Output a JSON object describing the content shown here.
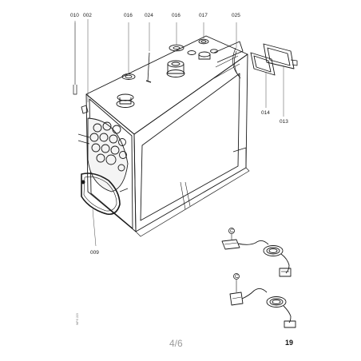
{
  "drawing": {
    "callouts": {
      "c010": "010",
      "c002": "002",
      "c016a": "016",
      "c024": "024",
      "c016b": "016",
      "c017": "017",
      "c025": "025",
      "c014": "014",
      "c013": "013",
      "c009": "009"
    },
    "cable_marker_top": "C",
    "cable_marker_bottom": "C",
    "drawing_code": "WPS 223"
  },
  "footer": {
    "page_indicator": "4/6",
    "sheet_number": "19"
  }
}
